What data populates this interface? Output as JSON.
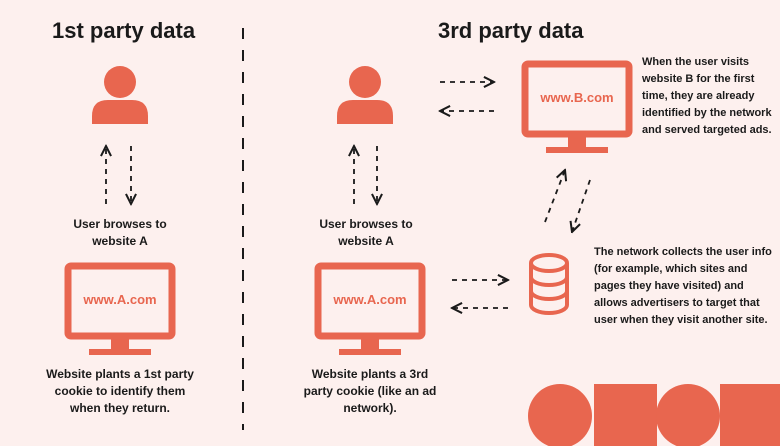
{
  "colors": {
    "accent": "#e8664f",
    "background": "#fdf0ee",
    "text": "#1a1a1a"
  },
  "left": {
    "title": "1st party data",
    "browse_caption_line1": "User browses to",
    "browse_caption_line2": "website A",
    "monitor_label": "www.A.com",
    "plant_caption_line1": "Website plants a 1st party",
    "plant_caption_line2": "cookie to identify them",
    "plant_caption_line3": "when they return."
  },
  "right": {
    "title": "3rd party data",
    "browse_caption_line1": "User browses to",
    "browse_caption_line2": "website A",
    "monitor_a_label": "www.A.com",
    "monitor_b_label": "www.B.com",
    "plant_caption_line1": "Website plants a 3rd",
    "plant_caption_line2": "party cookie (like an ad",
    "plant_caption_line3": "network).",
    "visit_note": [
      "When the user visits",
      "website B for the first",
      "time, they are already",
      "identified by the network",
      "and served targeted ads."
    ],
    "network_note": [
      "The network collects the user info",
      "(for example, which sites and",
      "pages they have visited) and",
      "allows advertisers to target that",
      "user when they visit another site."
    ]
  }
}
